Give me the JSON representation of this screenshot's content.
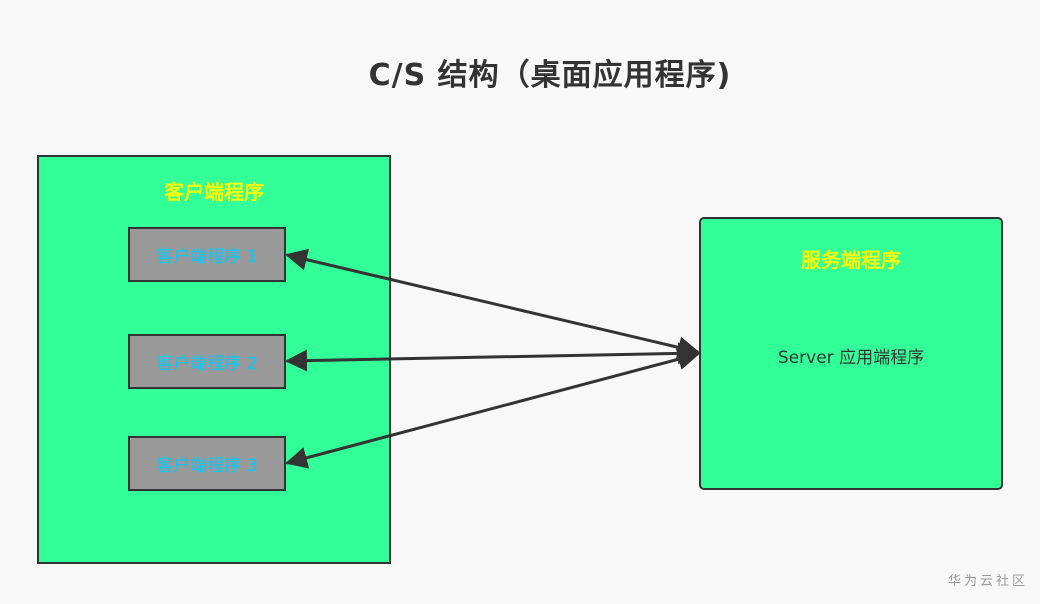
{
  "title": "C/S 结构（桌面应用程序)",
  "client": {
    "title": "客户端程序",
    "items": [
      {
        "label": "客户端程序 1"
      },
      {
        "label": "客户端程序 2"
      },
      {
        "label": "客户端程序 3"
      }
    ]
  },
  "server": {
    "title": "服务端程序",
    "text": "Server 应用端程序"
  },
  "watermark": "华为云社区",
  "colors": {
    "background": "#f8f8f8",
    "box_fill": "#33ff99",
    "box_title": "#ffff00",
    "client_item_fill": "#999999",
    "client_item_text": "#00ccff",
    "border_and_arrows": "#333333"
  }
}
